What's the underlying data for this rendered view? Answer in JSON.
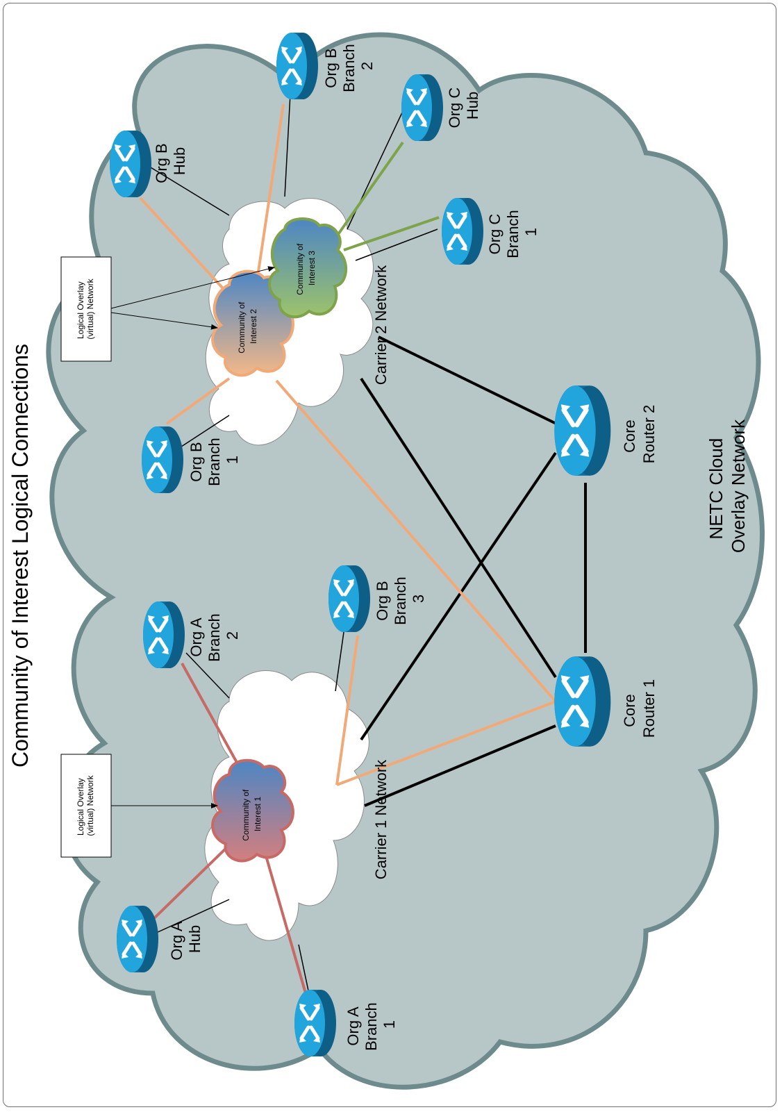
{
  "title": "Community of Interest Logical Connections",
  "cloud_label": [
    "NETC Cloud",
    "Overlay Network"
  ],
  "carrier1_label": "Carrier 1 Network",
  "carrier2_label": "Carrier 2 Network",
  "overlay_box_1": [
    "Logical Overlay",
    "(virtual) Network"
  ],
  "overlay_box_2": [
    "Logical Overlay",
    "(virtual) Network"
  ],
  "coi_1": [
    "Community of",
    "Interest 1"
  ],
  "coi_2": [
    "Community of",
    "Interest 2"
  ],
  "coi_3": [
    "Community of",
    "Interest 3"
  ],
  "routers": {
    "org_a_hub": [
      "Org A",
      "Hub"
    ],
    "org_a_branch_1": [
      "Org A",
      "Branch",
      "1"
    ],
    "org_a_branch_2": [
      "Org A",
      "Branch",
      "2"
    ],
    "org_b_hub": [
      "Org B",
      "Hub"
    ],
    "org_b_branch_1": [
      "Org B",
      "Branch",
      "1"
    ],
    "org_b_branch_2": [
      "Org B",
      "Branch",
      "2"
    ],
    "org_b_branch_3": [
      "Org B",
      "Branch",
      "3"
    ],
    "org_c_hub": [
      "Org C",
      "Hub"
    ],
    "org_c_branch_1": [
      "Org C",
      "Branch",
      "1"
    ],
    "core_router_1": [
      "Core",
      "Router 1"
    ],
    "core_router_2": [
      "Core",
      "Router 2"
    ]
  },
  "colors": {
    "outer_cloud_fill": "#b7c7c8",
    "outer_cloud_stroke": "#6d8b8c",
    "carrier_cloud_fill": "#ffffff",
    "router_blue": "#1b8fc6",
    "coi_1_stroke": "#c76a65",
    "coi_2_stroke": "#f2a978",
    "coi_3_stroke": "#7ea34a",
    "link_black": "#000000"
  }
}
